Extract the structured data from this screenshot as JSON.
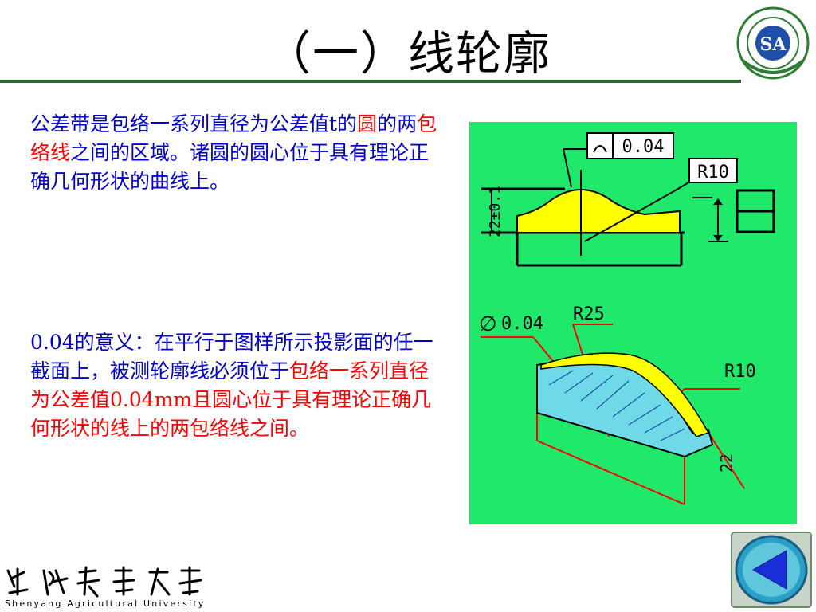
{
  "title": "（一）线轮廓",
  "para1": {
    "a": "公差带是包络一系列直径为公差值t的",
    "b": "圆",
    "c": "的两",
    "d": "包络线",
    "e": "之间的区域。诸圆的圆心位于具有理论正确几何形状的曲线上。"
  },
  "para2": {
    "a": "0.04的意义：在平行于图样所示投影面的任一截面上，被测轮廓线必须位于",
    "b": "包络一系列直径为公差值0.04mm且圆心位于具有理论正确几何形状的线上的两包络线之间。"
  },
  "figure": {
    "top_tolerance": "0.04",
    "top_radius": "R10",
    "top_dimension": "22±0.1",
    "bottom_tolerance": "0.04",
    "bottom_r25": "R25",
    "bottom_r10": "R10",
    "bottom_dim": "22"
  },
  "footer": {
    "university_name": "Shenyang Agricultural University"
  },
  "colors": {
    "title_rule": "#2e6b2e",
    "body_text": "#0000cc",
    "highlight": "#ff0000",
    "figure_bg": "#1fe86a",
    "part_fill": "#ffff00"
  }
}
